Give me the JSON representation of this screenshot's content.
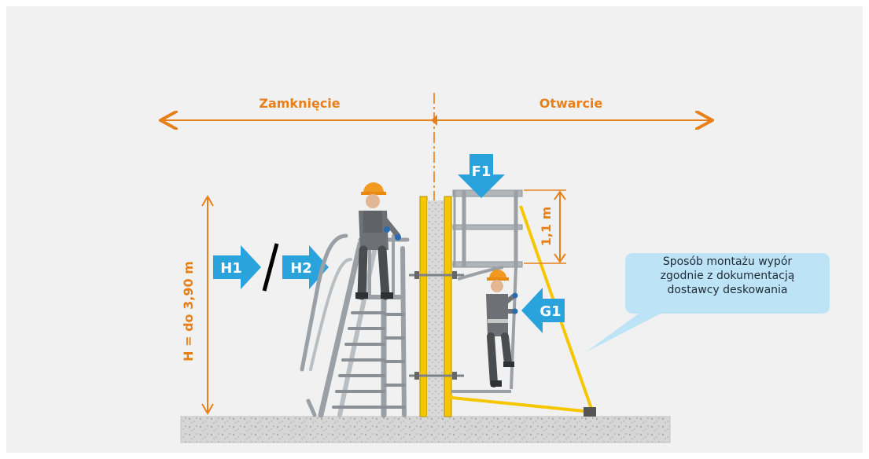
{
  "labels": {
    "closing": "Zamknięcie",
    "opening": "Otwarcie",
    "height": "H = do 3,90 m",
    "railing_height": "1,1 m",
    "h1": "H1",
    "h2": "H2",
    "f1": "F1",
    "g1": "G1",
    "callout_line1": "Sposób montażu wypór",
    "callout_line2": "zgodnie z dokumentacją",
    "callout_line3": "dostawcy deskowania"
  },
  "colors": {
    "orange": "#e8801a",
    "blue": "#2aa2dc",
    "callout": "#bde4f6",
    "yellow": "#f6c700",
    "concrete": "#d4d4d4",
    "steel": "#9aa0a5"
  },
  "icons": [
    "worker-on-ladder-icon",
    "worker-climbing-icon",
    "stepladder-icon",
    "formwork-wall-icon",
    "guardrail-platform-icon"
  ]
}
